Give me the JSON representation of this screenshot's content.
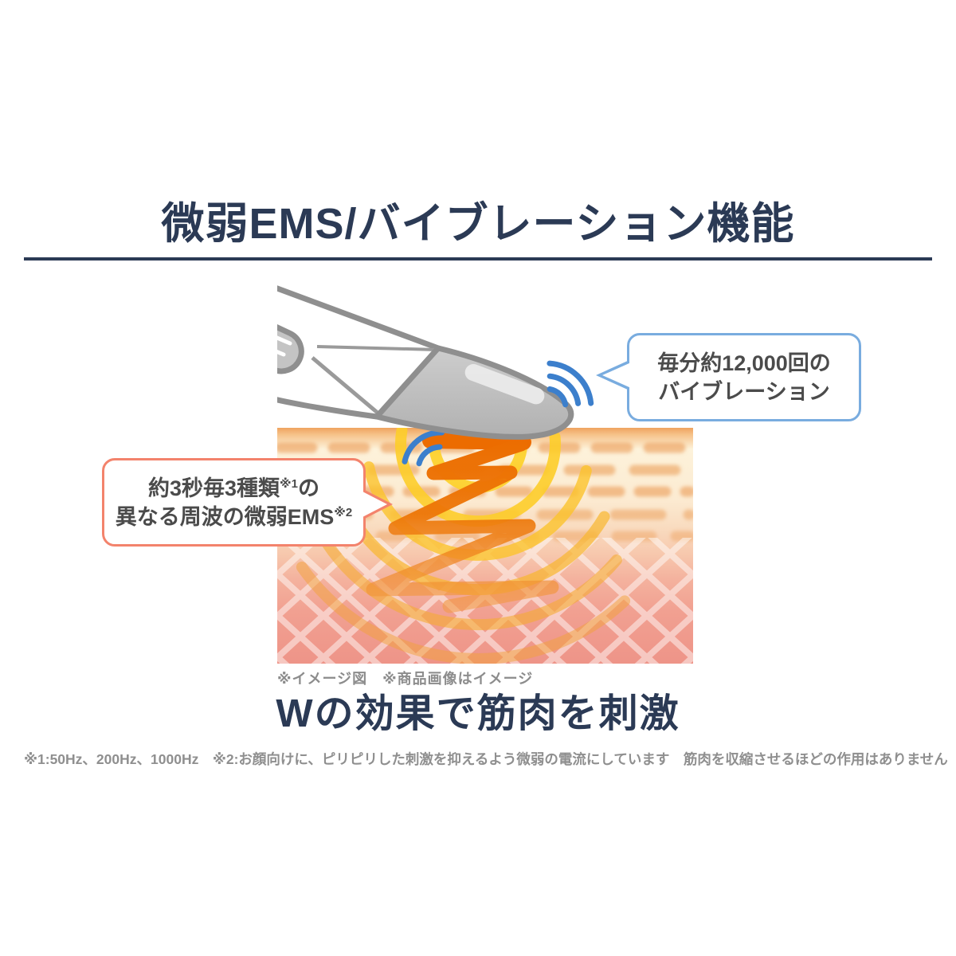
{
  "title": "微弱EMS/バイブレーション機能",
  "vibration_bubble": {
    "line1": "毎分約12,000回の",
    "line2": "バイブレーション"
  },
  "ems_bubble": {
    "line1_main": "約3秒毎3種類",
    "line1_sup": "※1",
    "line1_end": "の",
    "line2_main": "異なる周波の微弱EMS",
    "line2_sup": "※2"
  },
  "illustration_note": "※イメージ図　※商品画像はイメージ",
  "effect_heading": "Wの効果で筋肉を刺激",
  "footnote": "※1:50Hz、200Hz、1000Hz　※2:お顔向けに、ピリピリした刺激を抑えるよう微弱の電流にしています　筋肉を収縮させるほどの作用はありません",
  "icons": {
    "vibration_waves_right": "vibration-arcs",
    "vibration_waves_left": "vibration-arcs",
    "ems_zigzag": "electric-current-zigzag",
    "ripples": "yellow-wave-arcs"
  },
  "colors": {
    "heading_navy": "#2b3a55",
    "bubble_blue_border": "#79acdf",
    "bubble_coral_border": "#f3836c",
    "ems_orange": "#ec6c00",
    "wave_yellow": "#fdd22e",
    "vibration_blue": "#3c7fcc",
    "note_gray": "#8c8c8c"
  }
}
